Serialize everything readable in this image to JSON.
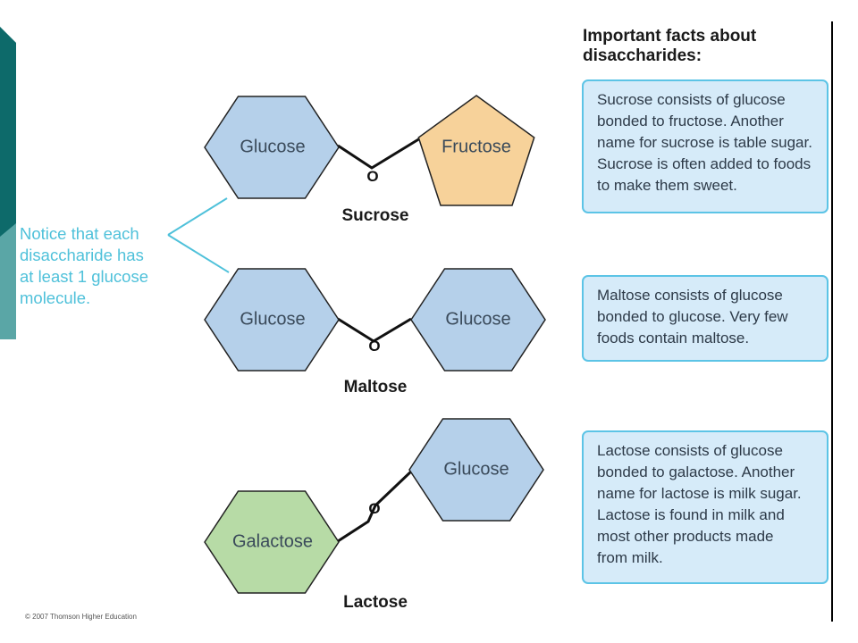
{
  "heading": {
    "line1": "Important facts about",
    "line2": "disaccharides:"
  },
  "notice_lines": [
    "Notice that each",
    "disaccharide has",
    "at least 1 glucose",
    "molecule."
  ],
  "molecules": {
    "sucrose": {
      "name": "Sucrose",
      "left": "Glucose",
      "right": "Fructose",
      "link": "O",
      "fact_lines": [
        "Sucrose consists of glucose",
        "bonded to fructose. Another",
        "name for sucrose is table sugar.",
        "Sucrose is often added to foods",
        "to make them sweet."
      ]
    },
    "maltose": {
      "name": "Maltose",
      "left": "Glucose",
      "right": "Glucose",
      "link": "O",
      "fact_lines": [
        "Maltose consists of glucose",
        "bonded to glucose. Very few",
        "foods contain maltose."
      ]
    },
    "lactose": {
      "name": "Lactose",
      "left": "Galactose",
      "right": "Glucose",
      "link": "O",
      "fact_lines": [
        "Lactose consists of glucose",
        "bonded to galactose. Another",
        "name for lactose is milk sugar.",
        "Lactose is found in milk and",
        "most other products made",
        "from milk."
      ]
    }
  },
  "copyright": "© 2007 Thomson Higher Education",
  "colors": {
    "glucose_fill": "#b5d0ea",
    "fructose_fill": "#f7d29a",
    "galactose_fill": "#b7dba6",
    "shape_stroke": "#222222",
    "box_fill": "#d6ebf9",
    "box_border": "#5cc4e6",
    "notice_text": "#4fc1da",
    "slide_teal_dark": "#0d6a6a",
    "slide_teal_light": "#5aa6a6"
  }
}
